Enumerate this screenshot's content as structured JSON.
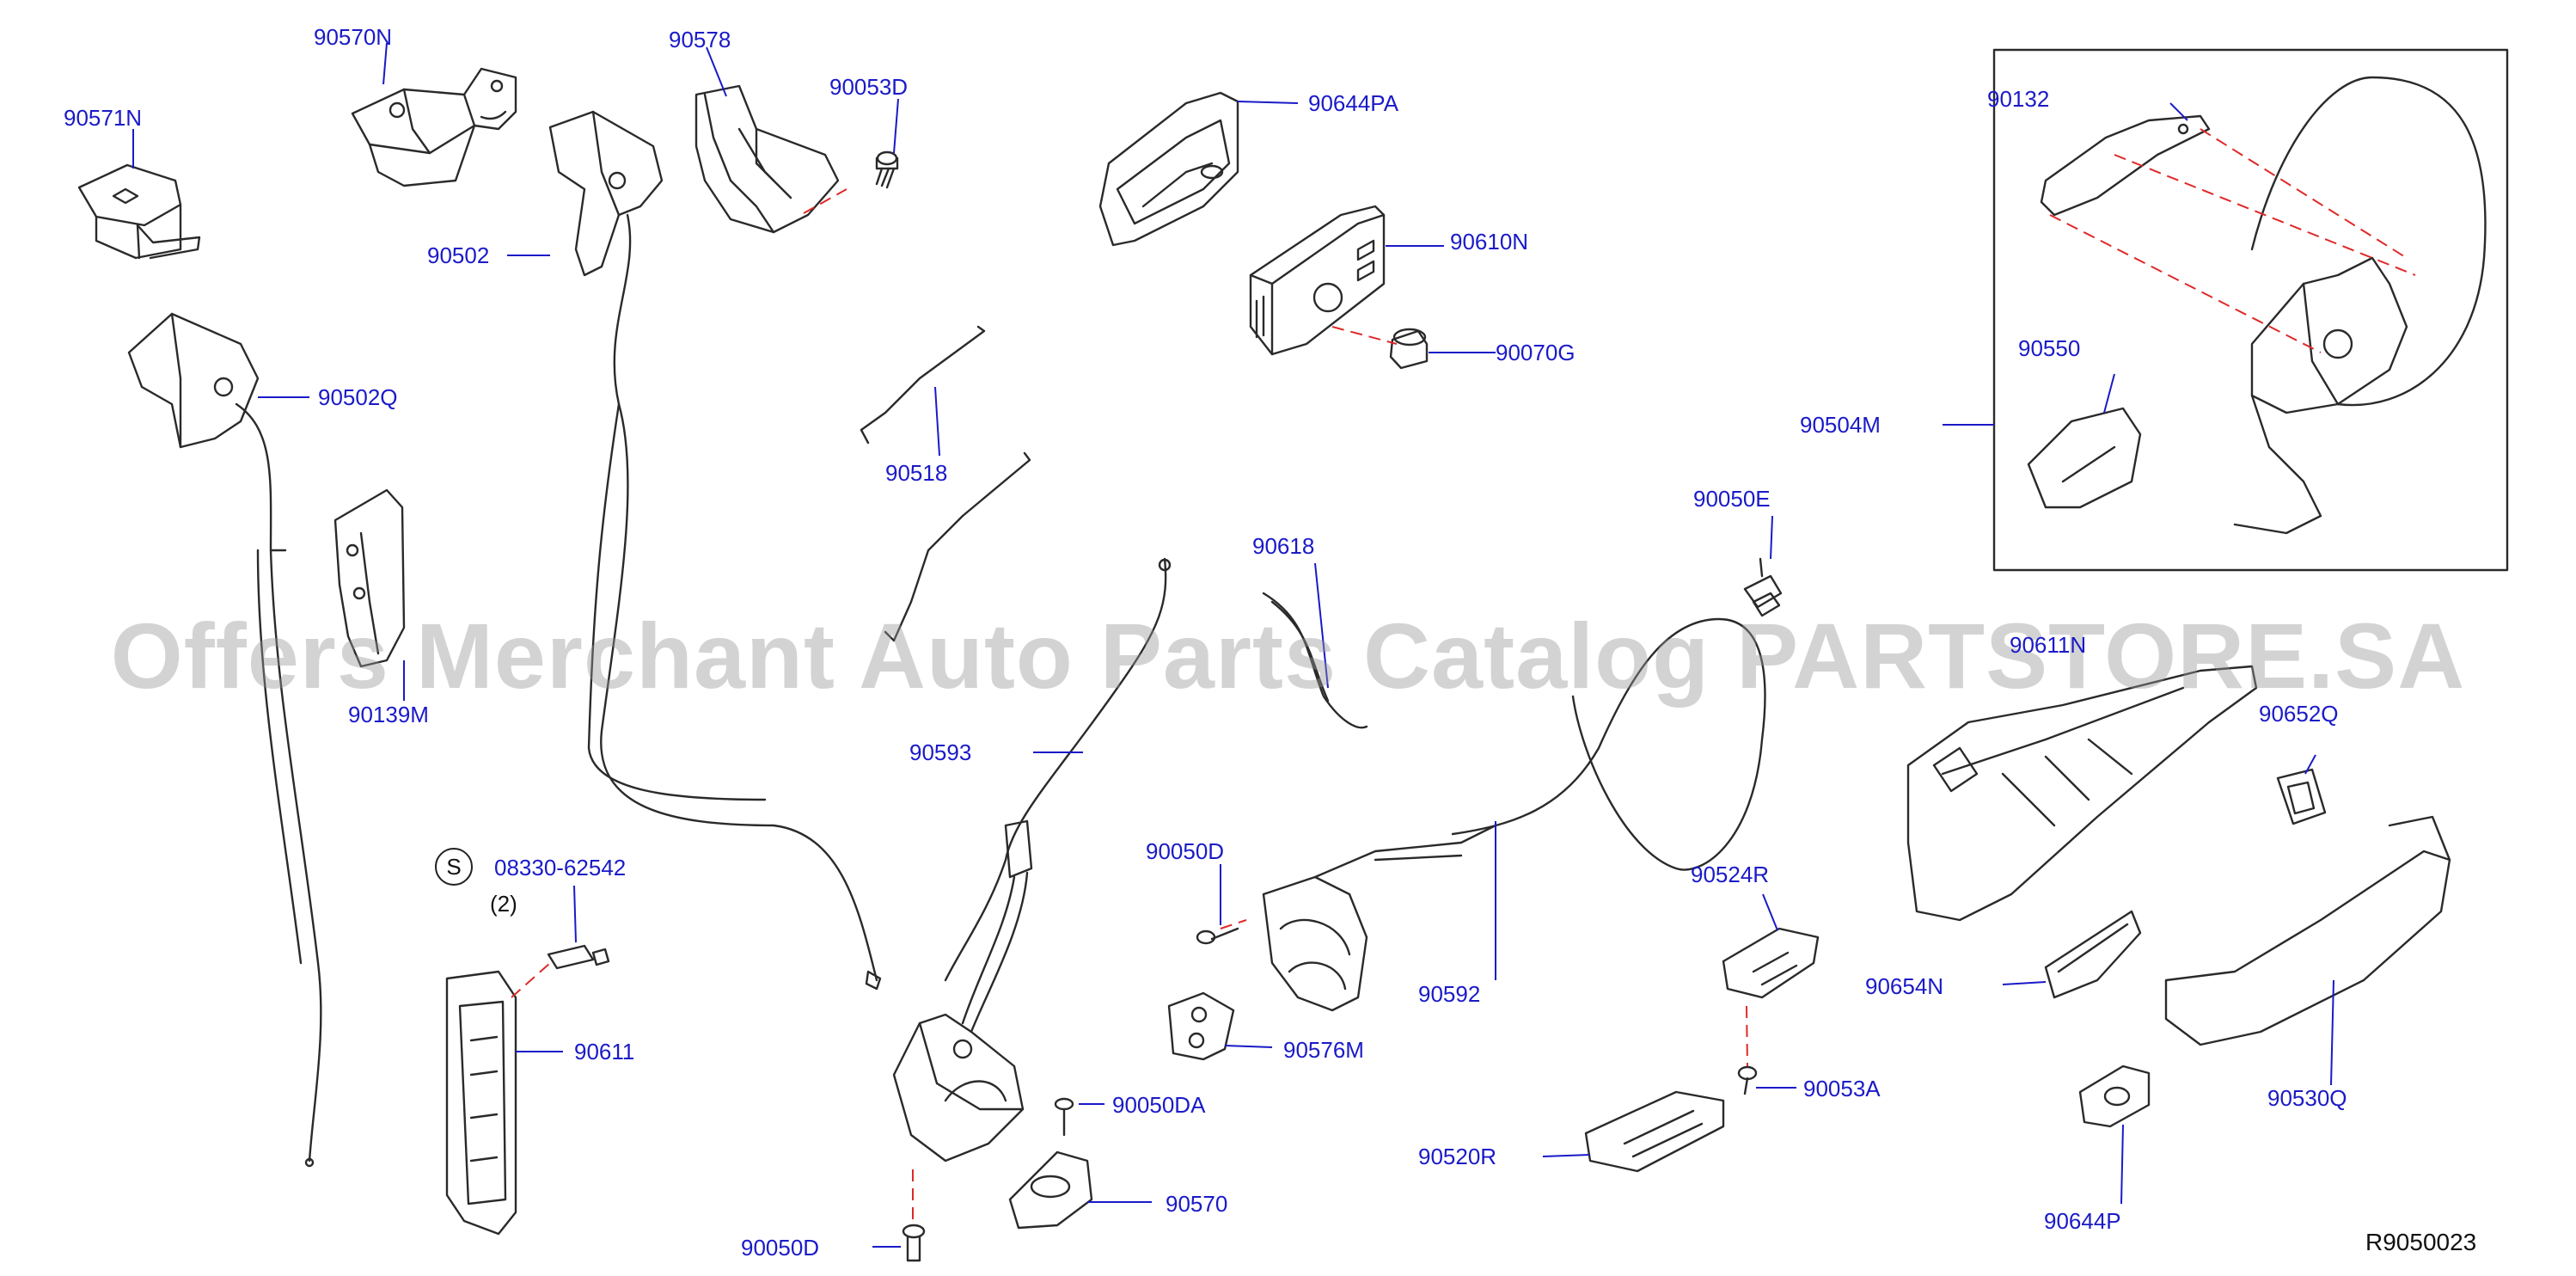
{
  "diagram": {
    "code": "R9050023",
    "watermark": "Offers Merchant Auto Parts Catalog PARTSTORE.SA",
    "screw_symbol": "S",
    "screw_qty": "(2)",
    "parts": {
      "p90571N": "90571N",
      "p90570N": "90570N",
      "p90578": "90578",
      "p90053D": "90053D",
      "p90644PA": "90644PA",
      "p90132": "90132",
      "p90502": "90502",
      "p90610N": "90610N",
      "p90502Q": "90502Q",
      "p90070G": "90070G",
      "p90550": "90550",
      "p90504M": "90504M",
      "p90518": "90518",
      "p90050E": "90050E",
      "p90618": "90618",
      "p90139M": "90139M",
      "p90611N": "90611N",
      "p90652Q": "90652Q",
      "p90593": "90593",
      "p90050D_a": "90050D",
      "p08330": "08330-62542",
      "p90524R": "90524R",
      "p90592": "90592",
      "p90654N": "90654N",
      "p90611": "90611",
      "p90576M": "90576M",
      "p90053A": "90053A",
      "p90530Q": "90530Q",
      "p90050DA": "90050DA",
      "p90520R": "90520R",
      "p90570": "90570",
      "p90644P": "90644P",
      "p90050D_b": "90050D"
    }
  }
}
